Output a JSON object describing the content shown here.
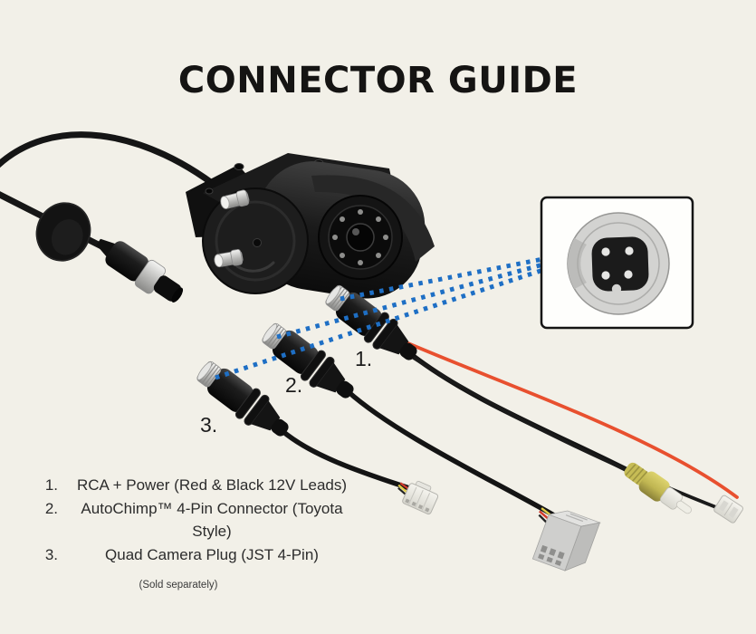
{
  "title": "CONNECTOR GUIDE",
  "background": "#f2f0e8",
  "diagram": {
    "callout_labels": [
      {
        "label": "1."
      },
      {
        "label": "2."
      },
      {
        "label": "3."
      }
    ],
    "inset_icon": "4-pin-connector-face",
    "dotted_line_color": "#1e6fc5"
  },
  "legend": {
    "items": [
      {
        "num": "1.",
        "text": "RCA + Power (Red & Black 12V Leads)"
      },
      {
        "num": "2.",
        "text": "AutoChimp™ 4-Pin Connector (Toyota Style)"
      },
      {
        "num": "3.",
        "text": "Quad Camera Plug (JST 4-Pin)"
      }
    ],
    "note": "(Sold separately)"
  },
  "colors": {
    "wire_red": "#e8502f",
    "rca_yellow": "#c9bf58",
    "connector_black": "#161616",
    "silver": "#d9d9d9",
    "inset_ring_gray": "#d3d3d1"
  }
}
